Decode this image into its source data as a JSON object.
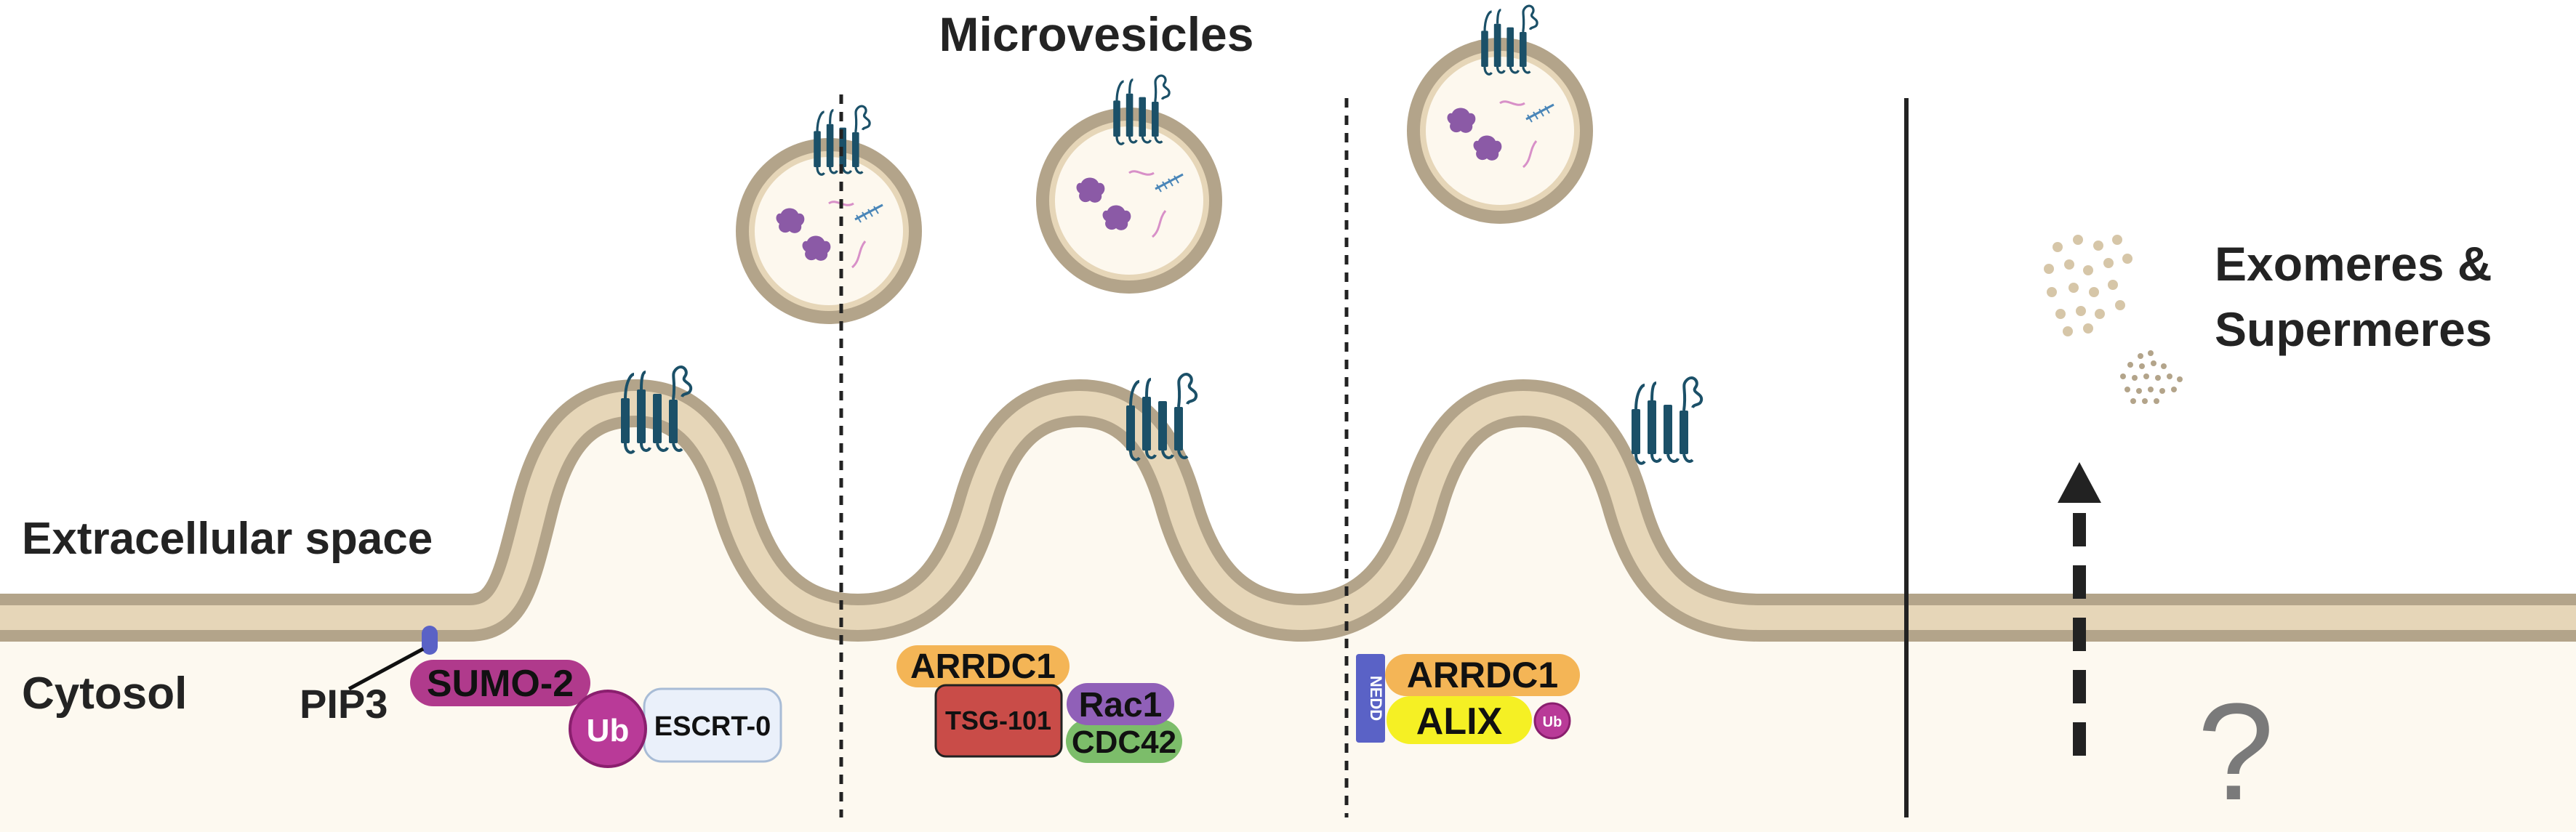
{
  "title": "Microvesicles",
  "regions": {
    "extracellular": "Extracellular space",
    "cytosol": "Cytosol"
  },
  "right_panel": {
    "title_line1": "Exomeres &",
    "title_line2": "Supermeres",
    "unknown_mark": "?"
  },
  "pathway1": {
    "pip3": "PIP3",
    "sumo2": "SUMO-2",
    "ub": "Ub",
    "escrt0": "ESCRT-0"
  },
  "pathway2": {
    "arrdc1": "ARRDC1",
    "tsg101": "TSG-101",
    "rac1": "Rac1",
    "cdc42": "CDC42"
  },
  "pathway3": {
    "nedd": "NEDD",
    "arrdc1": "ARRDC1",
    "alix": "ALIX",
    "ub": "Ub"
  },
  "colors": {
    "cytosol_bg": "#fdf9f0",
    "membrane_outer": "#b3a48a",
    "membrane_inner": "#e6d6b8",
    "vesicle_lumen": "#fdf8ee",
    "receptor": "#1b5068",
    "protein": "#8b5aa6",
    "rna": "#d890c8",
    "dna": "#4a86b8",
    "sumo2": "#b03a8c",
    "ub": "#b93a98",
    "escrt0": "#eaf0fa",
    "arrdc1": "#f4b556",
    "tsg101": "#c94c48",
    "rac1": "#9060b8",
    "cdc42": "#7cbd6a",
    "nedd": "#5a62c6",
    "alix": "#f5f024",
    "particle": "#d6c6a8"
  }
}
